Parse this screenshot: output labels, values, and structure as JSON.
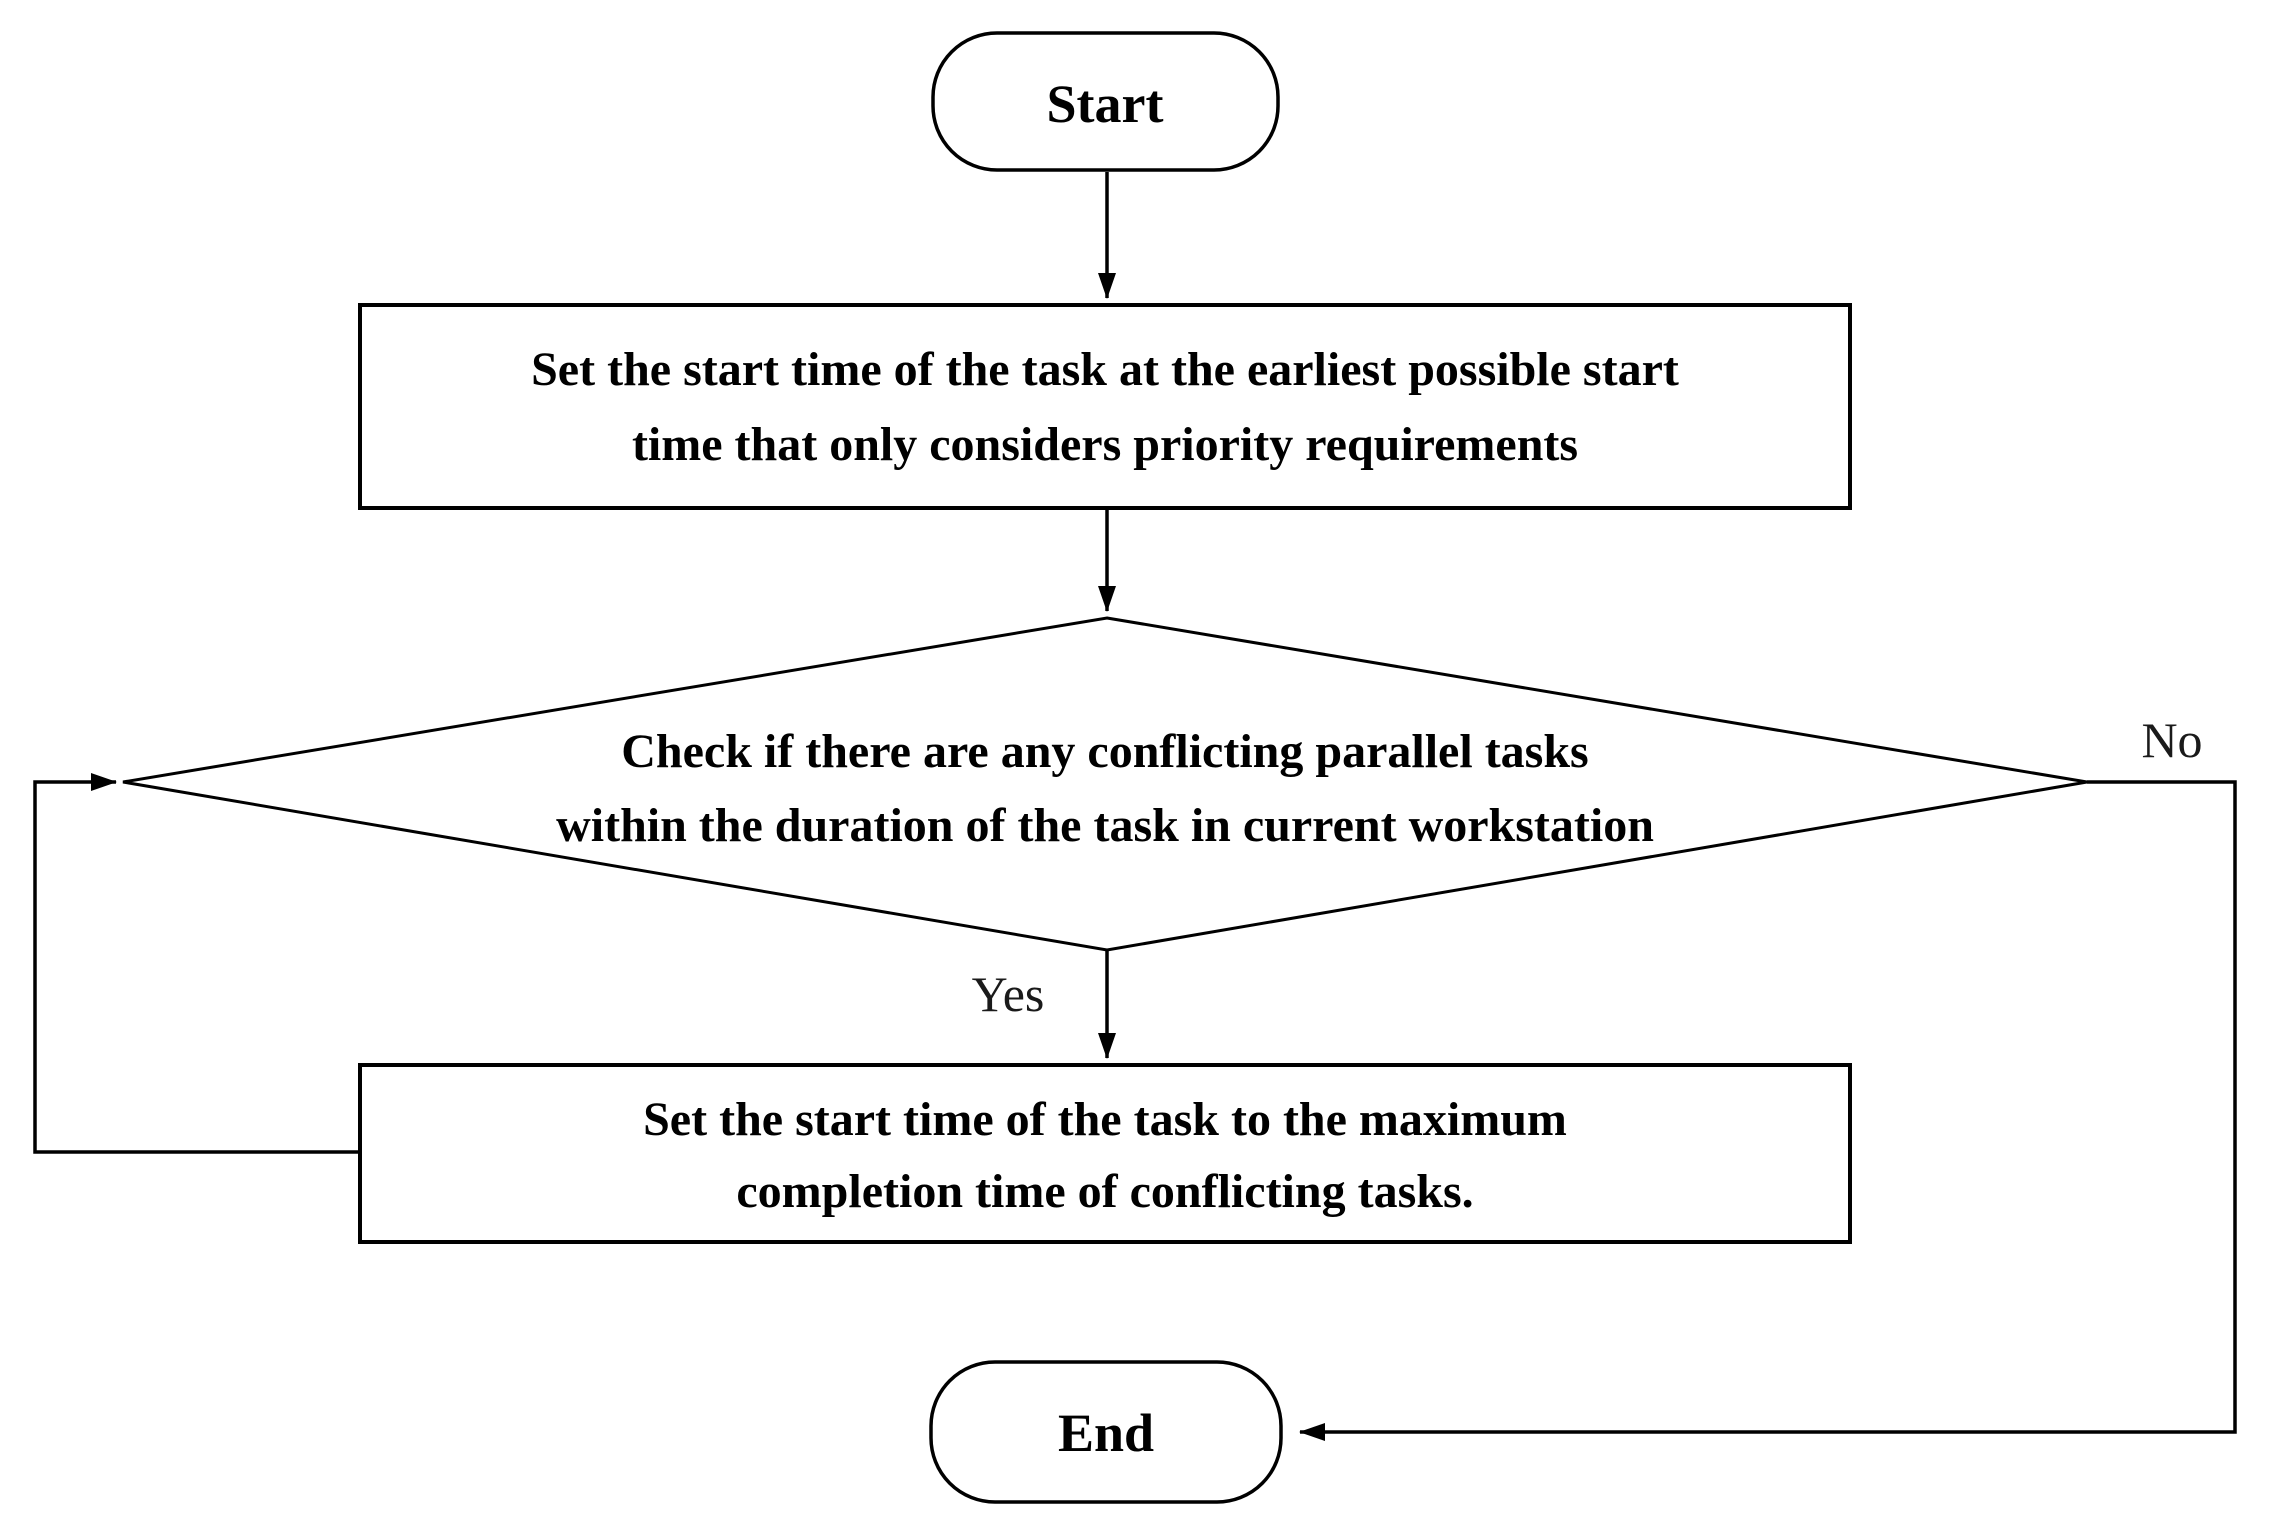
{
  "figure": {
    "type": "flowchart",
    "colors": {
      "background": "#ffffff",
      "stroke": "#000000",
      "text": "#000000"
    }
  },
  "flowchart": {
    "nodes": {
      "start": {
        "type": "terminator",
        "label": "Start"
      },
      "set_earliest": {
        "type": "process",
        "line1": "Set the start time of the task at the earliest possible start",
        "line2": "time that only considers priority requirements"
      },
      "check_conflicts": {
        "type": "decision",
        "line1": "Check if there are any conflicting parallel tasks",
        "line2": "within the duration of the task in current workstation"
      },
      "set_max": {
        "type": "process",
        "line1": "Set the start time of the task to the maximum",
        "line2": "completion time of conflicting tasks."
      },
      "end": {
        "type": "terminator",
        "label": "End"
      }
    },
    "edges": {
      "start_to_set_earliest": "",
      "set_earliest_to_check": "",
      "check_yes_label": "Yes",
      "check_no_label": "No",
      "check_to_set_max": "",
      "set_max_loop_back_to_check": "",
      "check_no_to_end": ""
    }
  }
}
